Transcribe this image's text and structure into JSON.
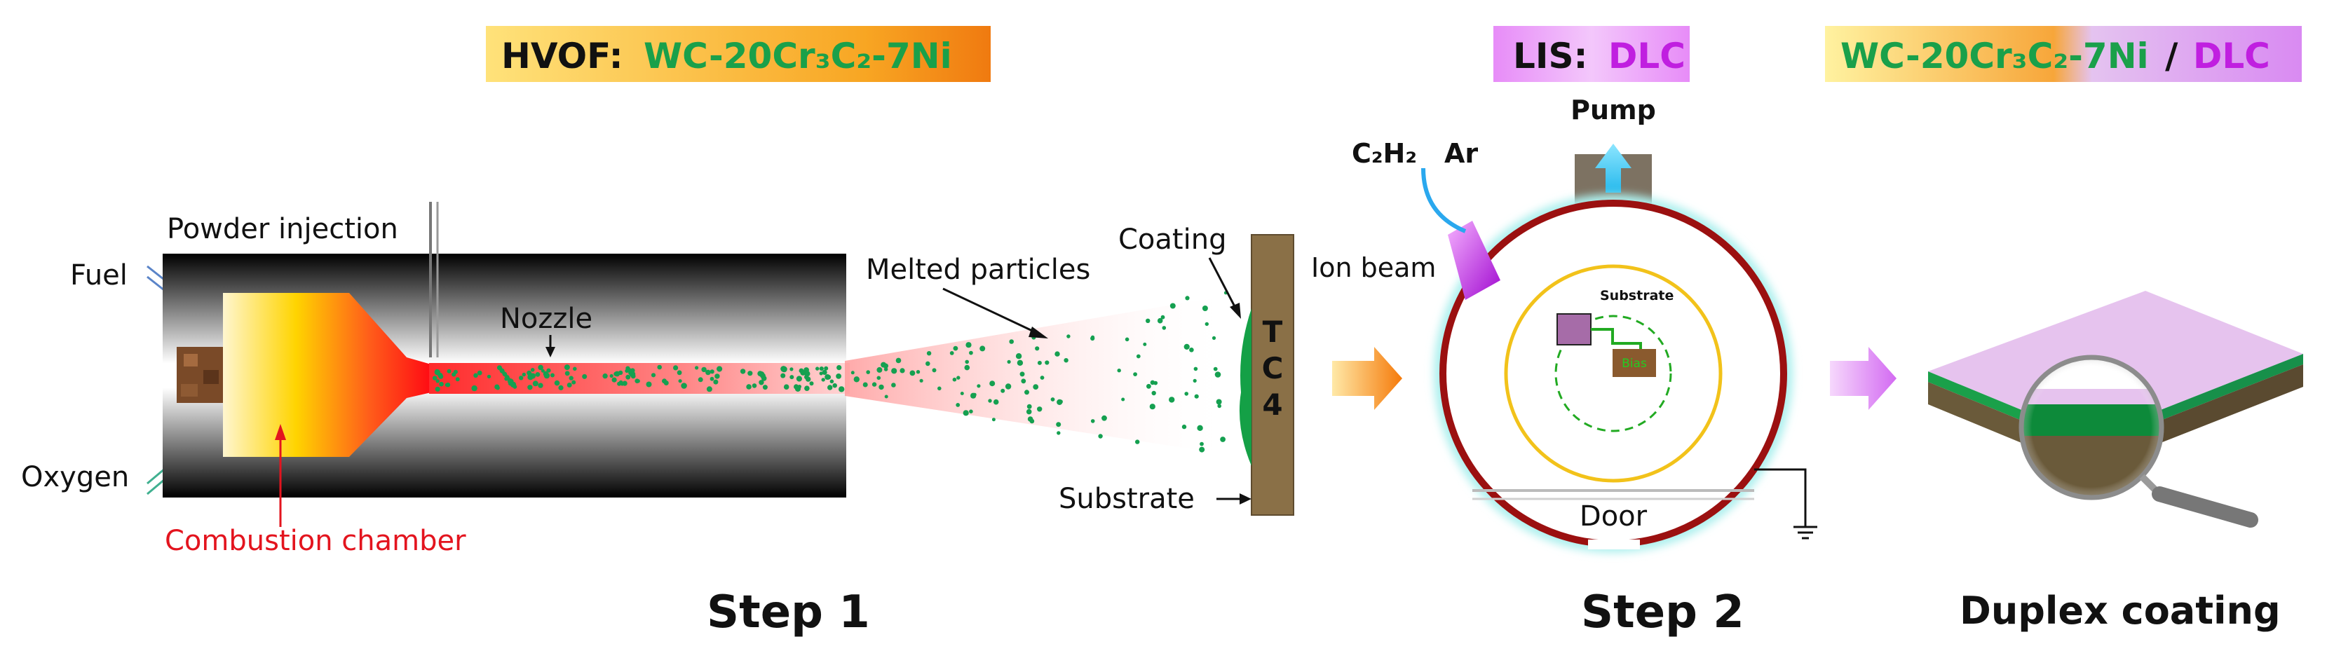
{
  "headers": {
    "hvof_prefix": "HVOF:",
    "hvof_material": "WC-20Cr₃C₂-7Ni",
    "lis_prefix": "LIS:",
    "lis_material": "DLC",
    "duplex_material_a": "WC-20Cr₃C₂-7Ni",
    "duplex_sep": "/",
    "duplex_material_b": "DLC"
  },
  "step1": {
    "powder_injection": "Powder injection",
    "fuel": "Fuel",
    "oxygen": "Oxygen",
    "combustion_chamber": "Combustion chamber",
    "nozzle": "Nozzle",
    "melted_particles": "Melted particles",
    "coating": "Coating",
    "substrate": "Substrate",
    "tc4_t": "T",
    "tc4_c": "C",
    "tc4_4": "4",
    "step_label": "Step 1"
  },
  "step2": {
    "gas_c2h2": "C₂H₂",
    "gas_ar": "Ar",
    "pump": "Pump",
    "ion_beam": "Ion beam",
    "substrate_small": "Substrate",
    "bias": "Bias",
    "door": "Door",
    "step_label": "Step 2"
  },
  "step3": {
    "step_label": "Duplex coating"
  },
  "colors": {
    "green_text": "#1aa04a",
    "purple_text": "#c01fe0",
    "chamber_ring": "#9b1010",
    "yellow_ring": "#f2c21a",
    "particle_green": "#15a050",
    "substrate_brown": "#8a7047",
    "dlc_lilac": "#e6c3ee"
  }
}
